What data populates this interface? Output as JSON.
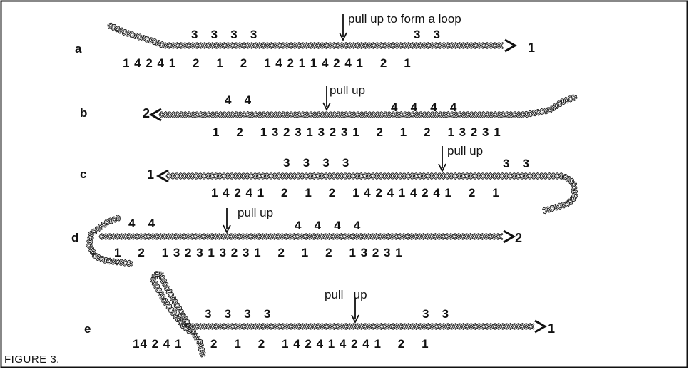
{
  "figure_caption": "FIGURE 3.",
  "rows": {
    "a": {
      "letter": "a",
      "end_label": "1",
      "top_numbers": "3   3   3   3",
      "top_numbers_right": "3   3",
      "bottom_numbers": "1 4 2 4 1    2    1    2    1 4 2 1 1 4 2 4 1    2    1",
      "note": "pull up to form a loop"
    },
    "b": {
      "letter": "b",
      "end_label": "2",
      "top_numbers": "4   4",
      "top_numbers_right": "4   4   4   4",
      "bottom_numbers": "1    2    1 3 2 3 1 3 2 3 1    2    1    2    1 3 2 3 1",
      "note": "pull up"
    },
    "c": {
      "letter": "c",
      "end_label": "1",
      "top_numbers": "3   3   3   3",
      "top_numbers_right": "3   3",
      "bottom_numbers": "1 4 2 4 1    2    1    2    1 4 2 4 1 4 2 4 1    2    1",
      "note": "pull up"
    },
    "d": {
      "letter": "d",
      "end_label": "2",
      "top_numbers": "4   4",
      "top_numbers_right": "4   4   4   4",
      "bottom_numbers": "1    2    1 3 2 3 1 3 2 3 1    2    1    2    1 3 2 3 1",
      "note": "pull up"
    },
    "e": {
      "letter": "e",
      "end_label": "1",
      "top_numbers": "3   3   3   3",
      "top_numbers_right": "3   3",
      "bottom_numbers_left": "14 2 4 1",
      "bottom_numbers": "2    1    2    1 4 2 4 1 4 2 4 1    2    1",
      "note": "pull   up"
    }
  }
}
